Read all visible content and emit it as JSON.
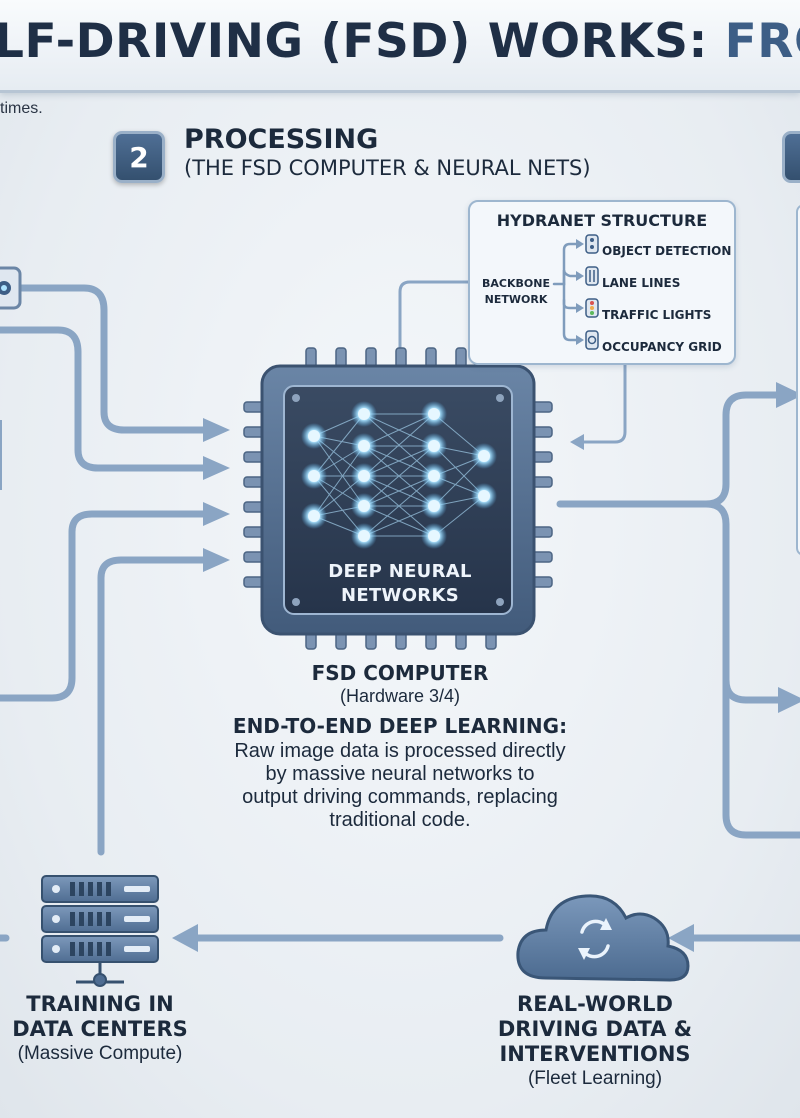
{
  "header": {
    "title_main": "LF-DRIVING (FSD) WORKS: ",
    "title_accent": "FRO",
    "subnote": "times."
  },
  "step": {
    "number": "2",
    "title": "PROCESSING",
    "subtitle": "(THE FSD COMPUTER & NEURAL NETS)"
  },
  "hydranet": {
    "title": "HYDRANET STRUCTURE",
    "backbone_line1": "BACKBONE",
    "backbone_line2": "NETWORK",
    "heads": [
      {
        "label": "OBJECT DETECTION",
        "icon": "object-detection-icon"
      },
      {
        "label": "LANE LINES",
        "icon": "lane-lines-icon"
      },
      {
        "label": "TRAFFIC LIGHTS",
        "icon": "traffic-light-icon"
      },
      {
        "label": "OCCUPANCY GRID",
        "icon": "occupancy-grid-icon"
      }
    ]
  },
  "chip": {
    "label_line1": "DEEP NEURAL",
    "label_line2": "NETWORKS",
    "title": "FSD COMPUTER",
    "subtitle": "(Hardware 3/4)"
  },
  "end_to_end": {
    "title": "END-TO-END DEEP LEARNING:",
    "lines": [
      "Raw image data is processed directly",
      "by massive neural networks to",
      "output driving commands, replacing",
      "traditional code."
    ]
  },
  "training": {
    "line1": "TRAINING IN",
    "line2": "DATA CENTERS",
    "sub": "(Massive Compute)",
    "icon": "server-rack-icon"
  },
  "fleet": {
    "line1": "REAL-WORLD",
    "line2": "DRIVING DATA &",
    "line3": "INTERVENTIONS",
    "sub": "(Fleet Learning)",
    "icon": "cloud-sync-icon"
  },
  "colors": {
    "navy": "#1f2f46",
    "accent": "#3d5e86",
    "arrow": "#8aa5c4",
    "chip_body": "#2e3d52",
    "node_glow": "#7fd0ff"
  }
}
